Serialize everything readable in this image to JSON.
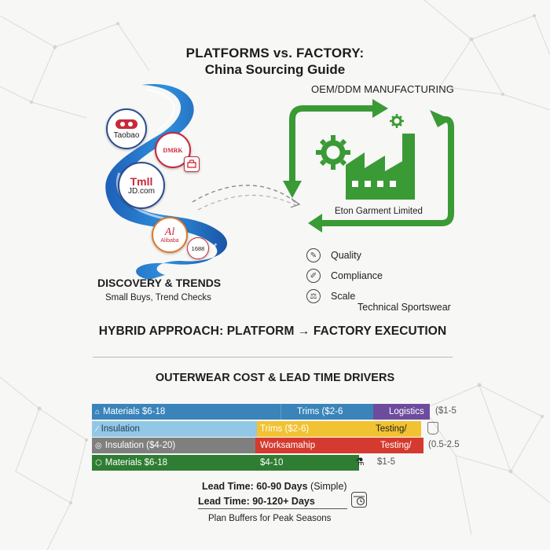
{
  "title": {
    "line1": "PLATFORMS vs. FACTORY:",
    "line2": "China Sourcing Guide"
  },
  "platforms": {
    "badges": {
      "taobao": "Taobao",
      "dmrk": "DMRK",
      "tmall": "Tmll",
      "jd": "JD.com",
      "alibaba_glyph": "Al",
      "alibaba": "Alibaba",
      "p1688": "1688"
    },
    "heading": "DISCOVERY & TRENDS",
    "subheading": "Small Buys, Trend Checks"
  },
  "factory": {
    "label": "OEM/DDM MANUFACTURING",
    "name": "Eton Garment Limited",
    "features": [
      "Quality",
      "Compliance",
      "Scale"
    ],
    "specialty": "Technical Sportswear"
  },
  "hybrid": "HYBRID APPROACH: PLATFORM → FACTORY EXECUTION",
  "cost": {
    "title": "OUTERWEAR COST & LEAD TIME DRIVERS",
    "rows": [
      {
        "a": "Materials $6-18",
        "b": "Trims ($2-6",
        "c": "Logistics",
        "tail": "($1-5"
      },
      {
        "a": "Insulation",
        "b": "Trims ($2-6)",
        "c": "Testing/",
        "tail": ""
      },
      {
        "a": "Insulation ($4-20)",
        "b": "Worksamahip",
        "c": "Testing/",
        "tail": "(0.5-2.5"
      },
      {
        "a": "Materials $6-18",
        "b": "$4-10",
        "c": "",
        "tail": "$1-5"
      }
    ]
  },
  "lead": {
    "line1_bold": "Lead Time: 60-90 Days",
    "line1_rest": " (Simple)",
    "line2": "Lead Time: 90-120+ Days",
    "note": "Plan Buffers for Peak Seasons"
  },
  "colors": {
    "green": "#3a9a35",
    "blue": "#3a84ba",
    "purple": "#6e4c9d",
    "yellow": "#f1c232",
    "red": "#d43a2f"
  }
}
